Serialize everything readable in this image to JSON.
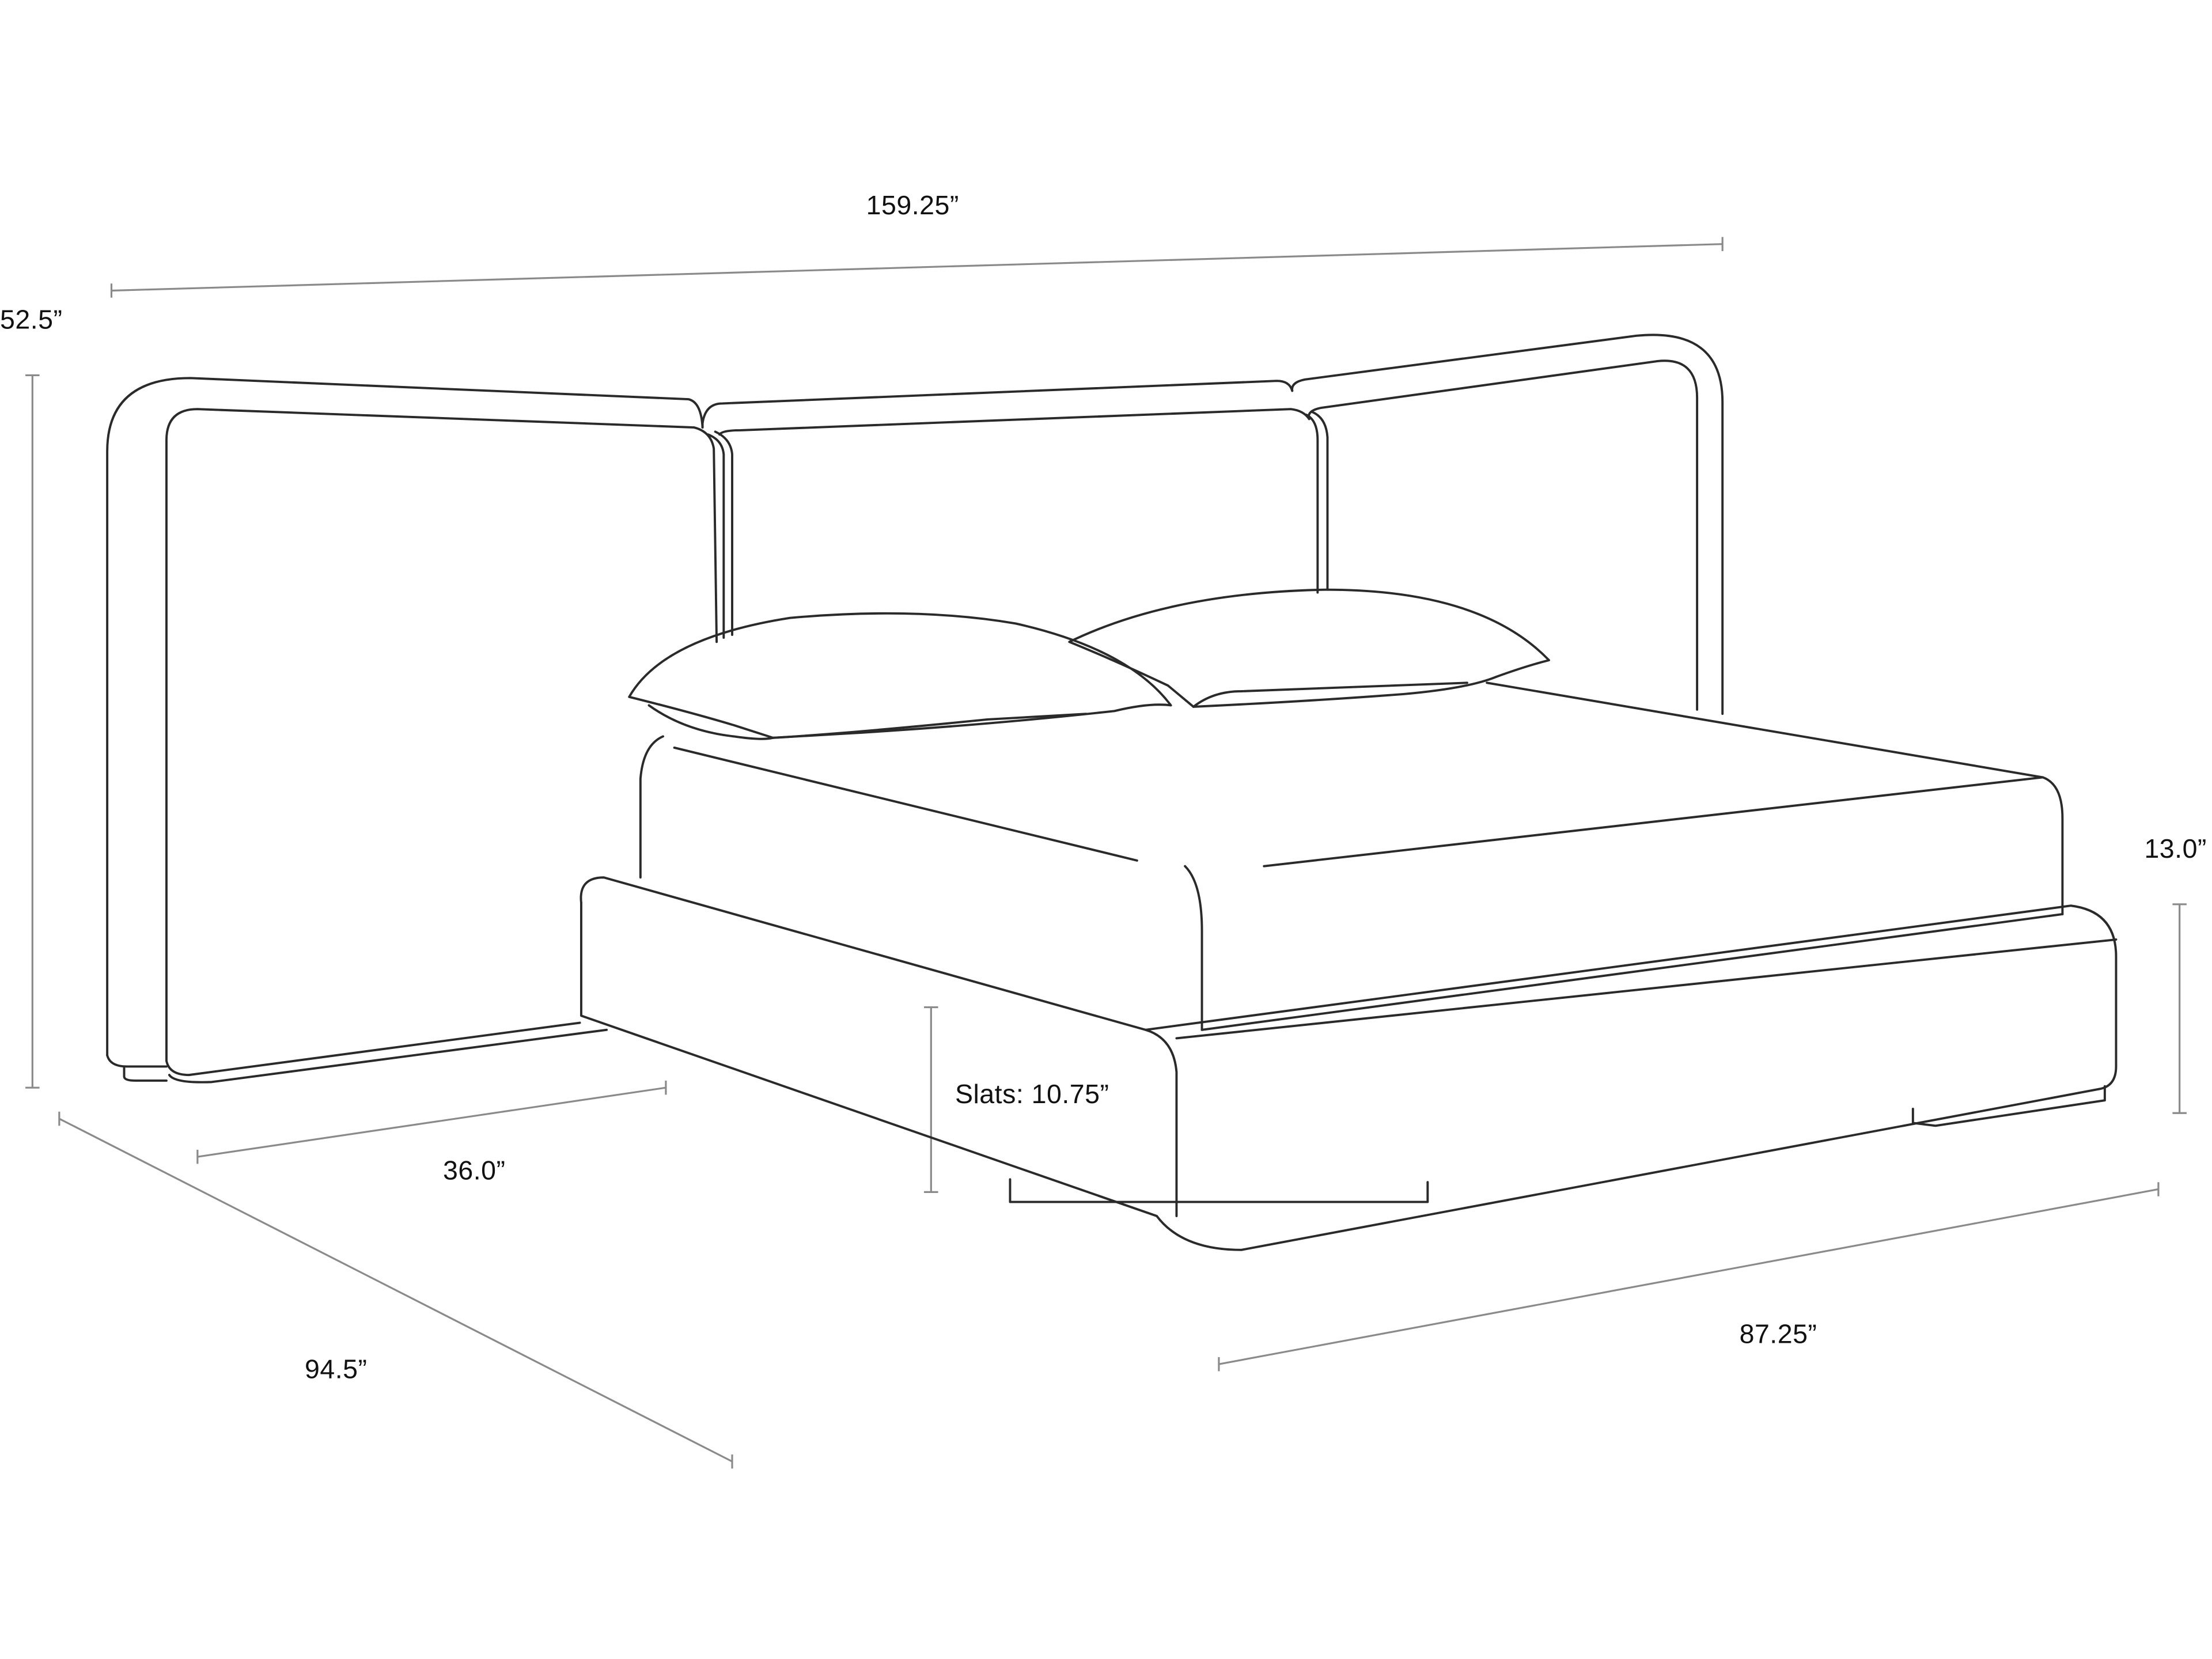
{
  "diagram": {
    "subject": "Bed with wide curved wraparound headboard, platform base, mattress and two pillows",
    "line_color": "#2a2a2a",
    "dimension_line_color": "#8a8a8a",
    "background": "#ffffff"
  },
  "dimensions": {
    "overall_width": "159.25”",
    "headboard_height": "52.5”",
    "side_panel_depth": "36.0”",
    "overall_depth": "94.5”",
    "bed_width": "87.25”",
    "base_height": "13.0”",
    "slats_height": "Slats: 10.75”"
  }
}
